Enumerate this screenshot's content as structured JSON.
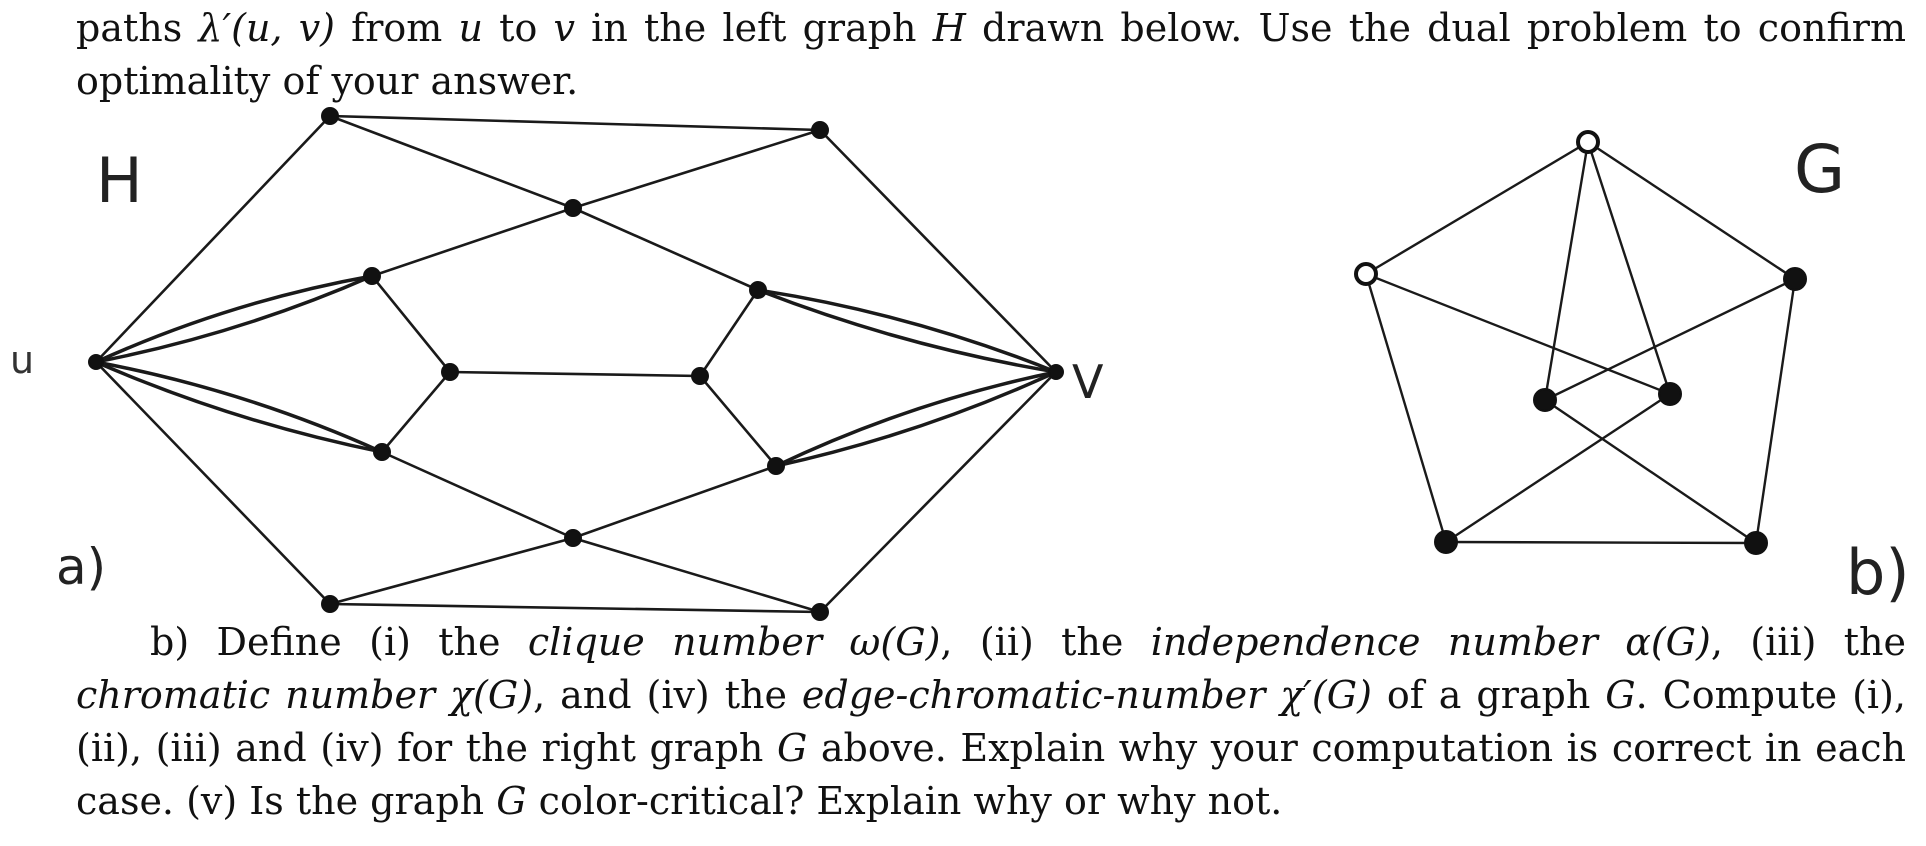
{
  "part_a_text": {
    "s1": "paths ",
    "lam": "λ′(u, v)",
    "s2": " from ",
    "u": "u",
    "s3": " to ",
    "v": "v",
    "s4": " in the left graph ",
    "H": "H",
    "s5": " drawn below. Use the dual problem to confirm optimality of your answer."
  },
  "part_b_text": {
    "s1": "b) Define (i) the ",
    "clique": "clique number",
    "omega": " ω(G)",
    "s2": ", (ii) the ",
    "indep": "independence number",
    "alpha": " α(G)",
    "s3": ", (iii) the ",
    "chrom": "chromatic number",
    "chi": " χ(G)",
    "s4": ", and (iv) the ",
    "edge": "edge-chromatic-number",
    "chiprime": " χ′(G)",
    "s5": " of a graph ",
    "G1": "G",
    "s6": ". Compute (i), (ii), (iii) and (iv) for the right graph ",
    "G2": "G",
    "s7": " above. Explain why your computation is correct in each case. (v) Is the graph ",
    "G3": "G",
    "s8": " color-critical? Explain why or why not."
  },
  "figure_labels": {
    "H": "H",
    "G": "G",
    "u": "u",
    "v": "V",
    "a": "a)",
    "b": "b)"
  },
  "graph_H": {
    "nodes": [
      "u",
      "v",
      "tl",
      "tr",
      "c1",
      "a1",
      "b1",
      "cl",
      "cr",
      "a2",
      "b2",
      "c2",
      "bl",
      "br"
    ],
    "edges": [
      [
        "u",
        "tl"
      ],
      [
        "tl",
        "tr"
      ],
      [
        "tr",
        "v"
      ],
      [
        "tl",
        "c1"
      ],
      [
        "c1",
        "a2"
      ],
      [
        "a1",
        "c1"
      ],
      [
        "c1",
        "tr"
      ],
      [
        "u",
        "a1"
      ],
      [
        "u",
        "b1"
      ],
      [
        "a1",
        "cl"
      ],
      [
        "b1",
        "cl"
      ],
      [
        "cl",
        "cr"
      ],
      [
        "cr",
        "a2"
      ],
      [
        "cr",
        "b2"
      ],
      [
        "a2",
        "v"
      ],
      [
        "b2",
        "v"
      ],
      [
        "b1",
        "c2"
      ],
      [
        "c2",
        "b2"
      ],
      [
        "u",
        "bl"
      ],
      [
        "bl",
        "br"
      ],
      [
        "br",
        "v"
      ],
      [
        "bl",
        "c2"
      ],
      [
        "c2",
        "br"
      ]
    ],
    "bold_edges": [
      [
        "u",
        "a1"
      ],
      [
        "u",
        "b1"
      ],
      [
        "a2",
        "v"
      ],
      [
        "b2",
        "v"
      ]
    ]
  },
  "graph_G": {
    "nodes": [
      "top",
      "left",
      "right",
      "bl",
      "br",
      "il",
      "ir"
    ],
    "edges": [
      [
        "top",
        "left"
      ],
      [
        "top",
        "right"
      ],
      [
        "left",
        "bl"
      ],
      [
        "right",
        "br"
      ],
      [
        "bl",
        "br"
      ],
      [
        "top",
        "il"
      ],
      [
        "top",
        "ir"
      ],
      [
        "left",
        "ir"
      ],
      [
        "right",
        "il"
      ],
      [
        "bl",
        "ir"
      ],
      [
        "br",
        "il"
      ]
    ]
  }
}
